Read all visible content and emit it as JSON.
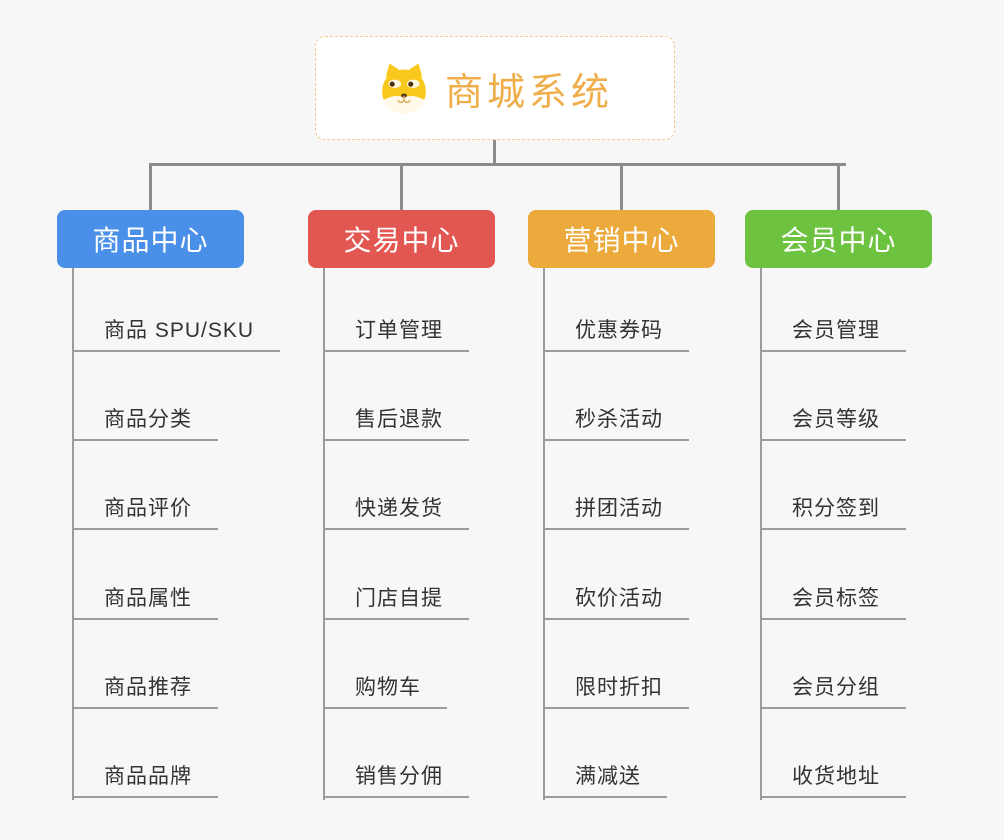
{
  "root": {
    "title": "商城系统",
    "icon": "shiba-dog-icon",
    "title_color": "#F0AE4B",
    "border_color": "#F3C88A"
  },
  "branches": [
    {
      "label": "商品中心",
      "color": "#4A90E8",
      "items": [
        "商品 SPU/SKU",
        "商品分类",
        "商品评价",
        "商品属性",
        "商品推荐",
        "商品品牌"
      ]
    },
    {
      "label": "交易中心",
      "color": "#E25752",
      "items": [
        "订单管理",
        "售后退款",
        "快递发货",
        "门店自提",
        "购物车",
        "销售分佣"
      ]
    },
    {
      "label": "营销中心",
      "color": "#ECA93C",
      "items": [
        "优惠券码",
        "秒杀活动",
        "拼团活动",
        "砍价活动",
        "限时折扣",
        "满减送"
      ]
    },
    {
      "label": "会员中心",
      "color": "#6DC23F",
      "items": [
        "会员管理",
        "会员等级",
        "积分签到",
        "会员标签",
        "会员分组",
        "收货地址"
      ]
    }
  ],
  "colors": {
    "background": "#F7F7F7",
    "connector_dark": "#8C8C8C",
    "connector_light": "#9C9C9C",
    "item_text": "#333333"
  }
}
